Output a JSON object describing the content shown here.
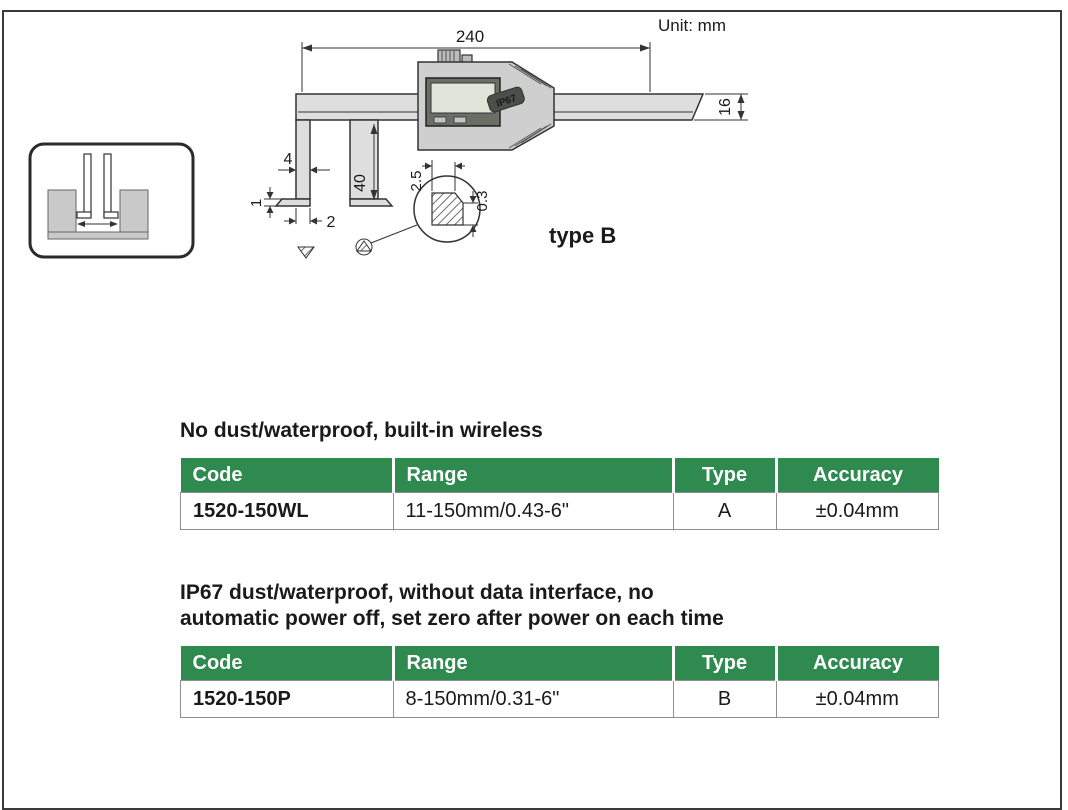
{
  "page": {
    "unit_label": "Unit: mm",
    "type_label": "type B"
  },
  "drawing": {
    "ip67_badge": "IP67",
    "dims": {
      "d240": "240",
      "d16": "16",
      "d4": "4",
      "d40": "40",
      "d25": "2.5",
      "d1": "1",
      "d2": "2",
      "d03": "0.3"
    }
  },
  "colors": {
    "table_header_bg": "#2f8a50",
    "table_header_text": "#ffffff",
    "table_border": "#8f8f8f",
    "frame_border": "#3a3a3a"
  },
  "sections": [
    {
      "heading_lines": [
        "No dust/waterproof, built-in wireless"
      ],
      "table": {
        "headers": [
          "Code",
          "Range",
          "Type",
          "Accuracy"
        ],
        "rows": [
          [
            "1520-150WL",
            "11-150mm/0.43-6\"",
            "A",
            "±0.04mm"
          ]
        ]
      }
    },
    {
      "heading_lines": [
        "IP67 dust/waterproof, without data interface, no",
        "automatic power off, set zero after power on each time"
      ],
      "table": {
        "headers": [
          "Code",
          "Range",
          "Type",
          "Accuracy"
        ],
        "rows": [
          [
            "1520-150P",
            "8-150mm/0.31-6\"",
            "B",
            "±0.04mm"
          ]
        ]
      }
    }
  ]
}
